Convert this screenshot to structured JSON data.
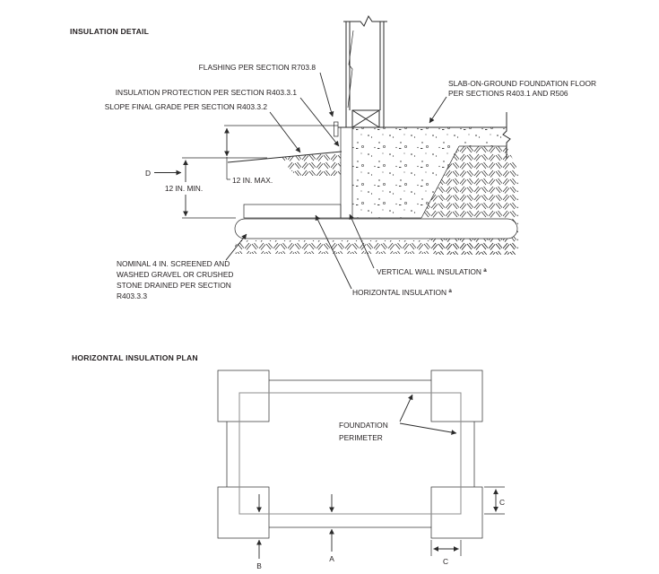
{
  "figure": {
    "ink_color": "#2b2b2b",
    "paper_color": "#ffffff",
    "detail": {
      "title": "INSULATION DETAIL",
      "labels": {
        "flashing": "FLASHING PER SECTION R703.8",
        "insulation_protection": "INSULATION PROTECTION PER SECTION R403.3.1",
        "slope_grade": "SLOPE FINAL GRADE PER SECTION R403.3.2",
        "slab_line1": "SLAB-ON-GROUND FOUNDATION FLOOR",
        "slab_line2": "PER SECTIONS R403.1 AND R506",
        "gravel_line1": "NOMINAL 4 IN. SCREENED AND",
        "gravel_line2": "WASHED GRAVEL OR CRUSHED",
        "gravel_line3": "STONE DRAINED PER SECTION",
        "gravel_line4": "R403.3.3",
        "vertical_insulation": "VERTICAL WALL INSULATION",
        "horizontal_insulation": "HORIZONTAL INSULATION",
        "footnote_marker": "a"
      },
      "dimensions": {
        "d": "D",
        "min12": "12 IN. MIN.",
        "max12": "12 IN. MAX."
      }
    },
    "plan": {
      "title": "HORIZONTAL INSULATION PLAN",
      "labels": {
        "foundation_perimeter_line1": "FOUNDATION",
        "foundation_perimeter_line2": "PERIMETER"
      },
      "dimensions": {
        "a": "A",
        "b": "B",
        "c": "C"
      }
    }
  }
}
